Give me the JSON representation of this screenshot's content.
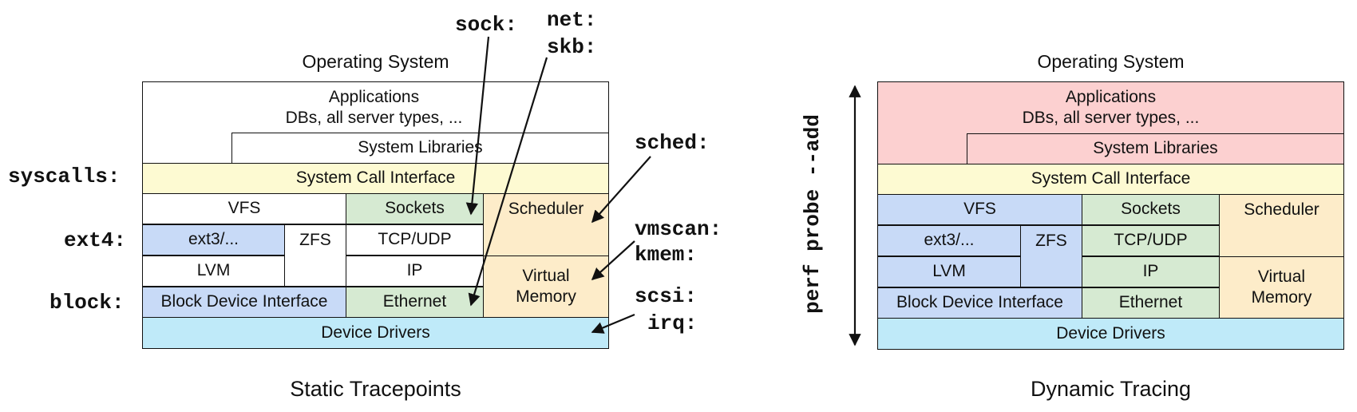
{
  "static_panel": {
    "title": "Operating System",
    "caption": "Static Tracepoints",
    "applications": [
      "Applications",
      "DBs, all server types, ..."
    ],
    "system_libraries": "System Libraries",
    "syscall_interface": "System Call Interface",
    "vfs": "VFS",
    "sockets": "Sockets",
    "scheduler": "Scheduler",
    "ext3": "ext3/...",
    "zfs": "ZFS",
    "tcp_udp": "TCP/UDP",
    "lvm": "LVM",
    "ip": "IP",
    "virtual_memory": [
      "Virtual",
      "Memory"
    ],
    "block_device_interface": "Block Device Interface",
    "ethernet": "Ethernet",
    "device_drivers": "Device Drivers",
    "tracepoints": {
      "sock": "sock:",
      "net": "net:",
      "skb": "skb:",
      "sched": "sched:",
      "syscalls": "syscalls:",
      "ext4": "ext4:",
      "vmscan": "vmscan:",
      "kmem": "kmem:",
      "block": "block:",
      "scsi": "scsi:",
      "irq": "irq:"
    }
  },
  "dynamic_panel": {
    "title": "Operating System",
    "caption": "Dynamic Tracing",
    "perf_label": "perf probe --add",
    "applications": [
      "Applications",
      "DBs, all server types, ..."
    ],
    "system_libraries": "System Libraries",
    "syscall_interface": "System Call Interface",
    "vfs": "VFS",
    "sockets": "Sockets",
    "scheduler": "Scheduler",
    "ext3": "ext3/...",
    "zfs": "ZFS",
    "tcp_udp": "TCP/UDP",
    "lvm": "LVM",
    "ip": "IP",
    "virtual_memory": [
      "Virtual",
      "Memory"
    ],
    "block_device_interface": "Block Device Interface",
    "ethernet": "Ethernet",
    "device_drivers": "Device Drivers"
  },
  "colors": {
    "white": "#ffffff",
    "syscall_yellow": "#fdfad2",
    "storage_blue": "#c8daf7",
    "network_green": "#d6ead2",
    "sched_orange": "#fdecc9",
    "driver_cyan": "#bfeaf9",
    "app_pink": "#fcd0d0"
  }
}
